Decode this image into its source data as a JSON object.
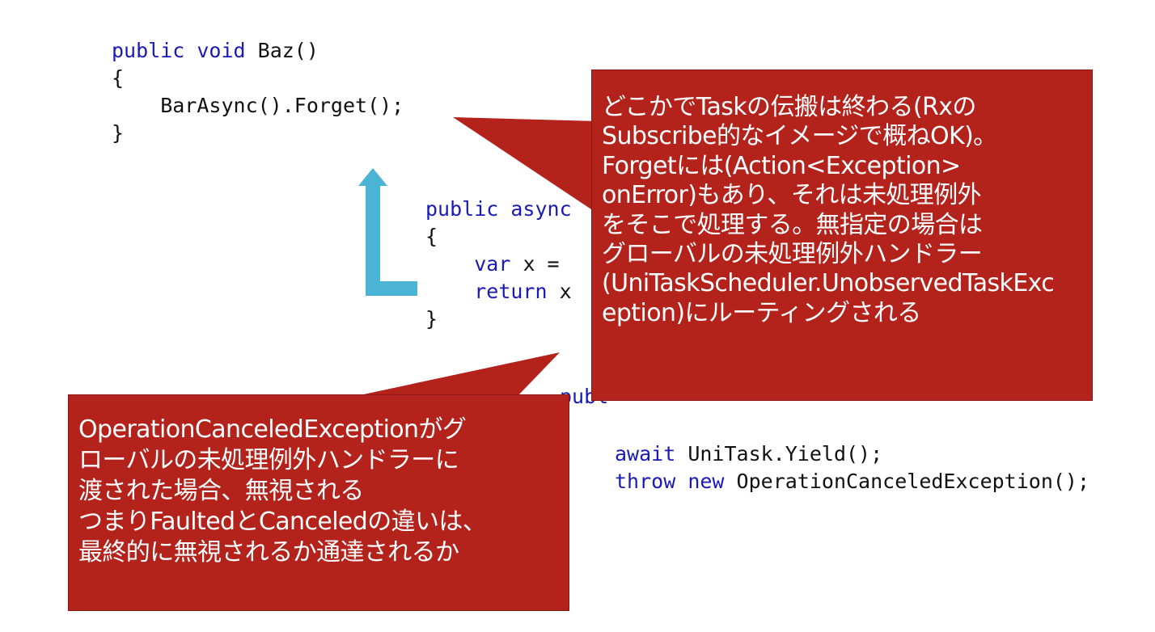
{
  "code_baz": {
    "line1_kw1": "public",
    "line1_kw2": "void",
    "line1_name": "Baz()",
    "line2": "{",
    "line3": "    BarAsync().Forget();",
    "line4": "}"
  },
  "code_bar": {
    "line1_kw1": "public",
    "line1_kw2": "async",
    "line2": "{",
    "line3_kw": "var",
    "line3_rest": "x =",
    "line4_kw": "return",
    "line4_rest": "x",
    "line5": "}"
  },
  "code_foo": {
    "line1_kw": "publ",
    "body_line1_kw": "await",
    "body_line1_rest": "UniTask.Yield();",
    "body_line2_kw1": "throw",
    "body_line2_kw2": "new",
    "body_line2_rest": "OperationCanceledException();"
  },
  "callout_top": {
    "lines": [
      "どこかでTaskの伝搬は終わる(Rxの",
      "Subscribe的なイメージで概ねOK)。",
      "Forgetには(Action<Exception>",
      "onError)もあり、それは未処理例外",
      "をそこで処理する。無指定の場合は",
      "グローバルの未処理例外ハンドラー",
      "(UniTaskScheduler.UnobservedTaskExc",
      "eption)にルーティングされる"
    ]
  },
  "callout_bottom": {
    "lines": [
      "OperationCanceledExceptionがグ",
      "ローバルの未処理例外ハンドラーに",
      "渡された場合、無視される",
      "つまりFaultedとCanceledの違いは、",
      "最終的に無視されるか通達されるか"
    ]
  },
  "colors": {
    "keyword": "#1a1ab8",
    "callout_fill": "#b3221b",
    "arrow": "#4bb3d4",
    "text": "#111111"
  },
  "icons": {
    "flow_arrow": "up-turn-arrow-icon"
  }
}
